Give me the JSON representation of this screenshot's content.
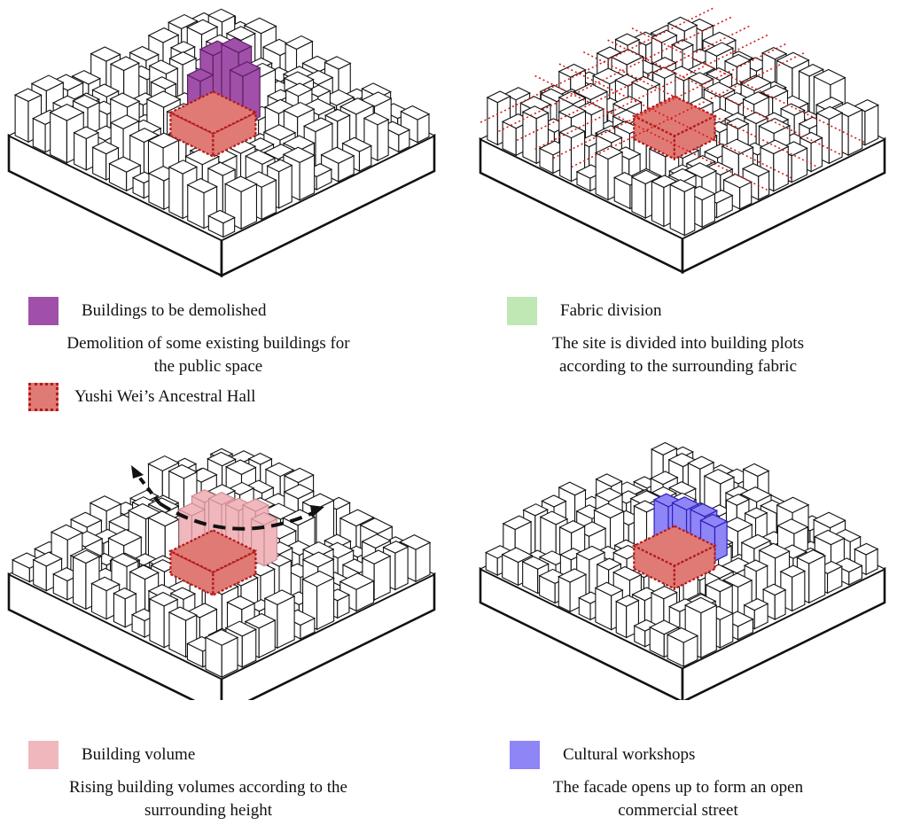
{
  "colors": {
    "demolish": "#a050a8",
    "demolish_stroke": "#5a1f66",
    "hall": "#e07a74",
    "hall_stroke": "#b21a1a",
    "fabric": "#bfe8b4",
    "volume": "#f0b7bc",
    "workshop": "#8e85f6",
    "workshop_stroke": "#2e1fb8",
    "grid_line": "#d11a1a"
  },
  "panels": [
    {
      "legend": [
        {
          "label": "Buildings to be demolished",
          "color": "#a050a8",
          "icon": "demolish-swatch"
        }
      ],
      "caption": [
        "Demolition of some existing buildings for",
        "the public space"
      ],
      "legend_extra": {
        "label": "Yushi Wei’s Ancestral Hall",
        "color": "#e07a74",
        "icon": "hall-swatch"
      }
    },
    {
      "legend": [
        {
          "label": "Fabric division",
          "color": "#bfe8b4",
          "icon": "fabric-swatch"
        }
      ],
      "caption": [
        "The site is divided into building plots",
        "according to the surrounding fabric"
      ]
    },
    {
      "legend": [
        {
          "label": "Building volume",
          "color": "#f0b7bc",
          "icon": "volume-swatch"
        }
      ],
      "caption": [
        "Rising building volumes according to the",
        "surrounding height"
      ]
    },
    {
      "legend": [
        {
          "label": "Cultural workshops",
          "color": "#8e85f6",
          "icon": "workshop-swatch"
        }
      ],
      "caption": [
        "The facade opens up to form an open",
        "commercial street"
      ]
    }
  ]
}
